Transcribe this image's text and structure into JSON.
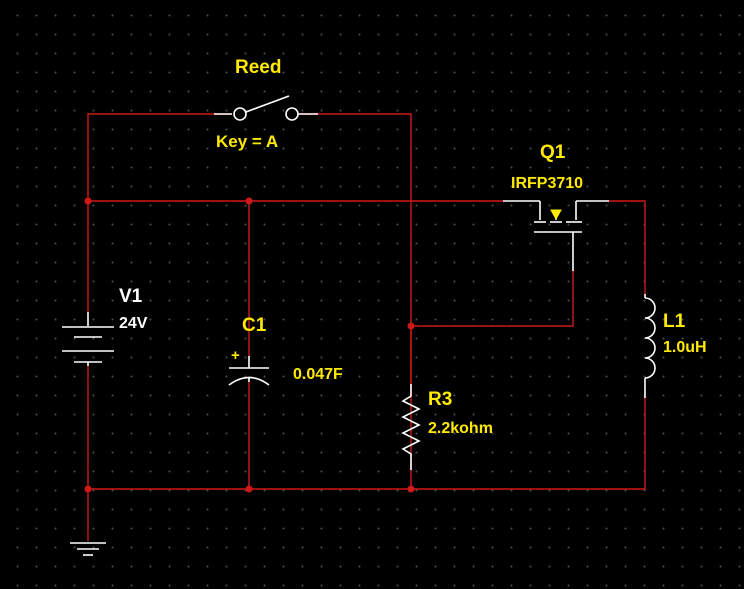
{
  "switch": {
    "name": "Reed",
    "key": "Key = A"
  },
  "transistor": {
    "ref": "Q1",
    "part": "IRFP3710"
  },
  "source": {
    "ref": "V1",
    "value": "24V"
  },
  "capacitor": {
    "ref": "C1",
    "value": "0.047F",
    "polarity": "+"
  },
  "resistor": {
    "ref": "R3",
    "value": "2.2kohm"
  },
  "inductor": {
    "ref": "L1",
    "value": "1.0uH"
  },
  "colors": {
    "wire": "#d01818",
    "label": "#ffea00",
    "component": "#ffffff",
    "background": "#000000"
  }
}
